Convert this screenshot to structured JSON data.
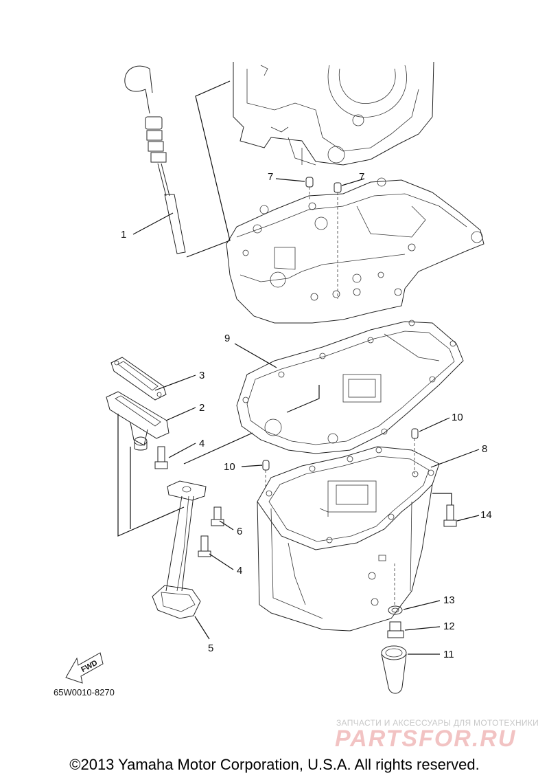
{
  "diagram": {
    "callouts": [
      {
        "id": "1",
        "text": "1"
      },
      {
        "id": "2",
        "text": "2"
      },
      {
        "id": "3",
        "text": "3"
      },
      {
        "id": "4a",
        "text": "4"
      },
      {
        "id": "4b",
        "text": "4"
      },
      {
        "id": "5",
        "text": "5"
      },
      {
        "id": "6",
        "text": "6"
      },
      {
        "id": "7a",
        "text": "7"
      },
      {
        "id": "7b",
        "text": "7"
      },
      {
        "id": "8",
        "text": "8"
      },
      {
        "id": "9",
        "text": "9"
      },
      {
        "id": "10a",
        "text": "10"
      },
      {
        "id": "10b",
        "text": "10"
      },
      {
        "id": "11",
        "text": "11"
      },
      {
        "id": "12",
        "text": "12"
      },
      {
        "id": "13",
        "text": "13"
      },
      {
        "id": "14",
        "text": "14"
      }
    ],
    "fwd_label": "FWD",
    "drawing_code": "65W0010-8270"
  },
  "watermark": {
    "tagline": "ЗАПЧАСТИ И АКСЕССУАРЫ ДЛЯ МОТОТЕХНИКИ",
    "brand": "PARTSFOR.RU"
  },
  "copyright": "©2013 Yamaha Motor Corporation, U.S.A. All rights reserved."
}
